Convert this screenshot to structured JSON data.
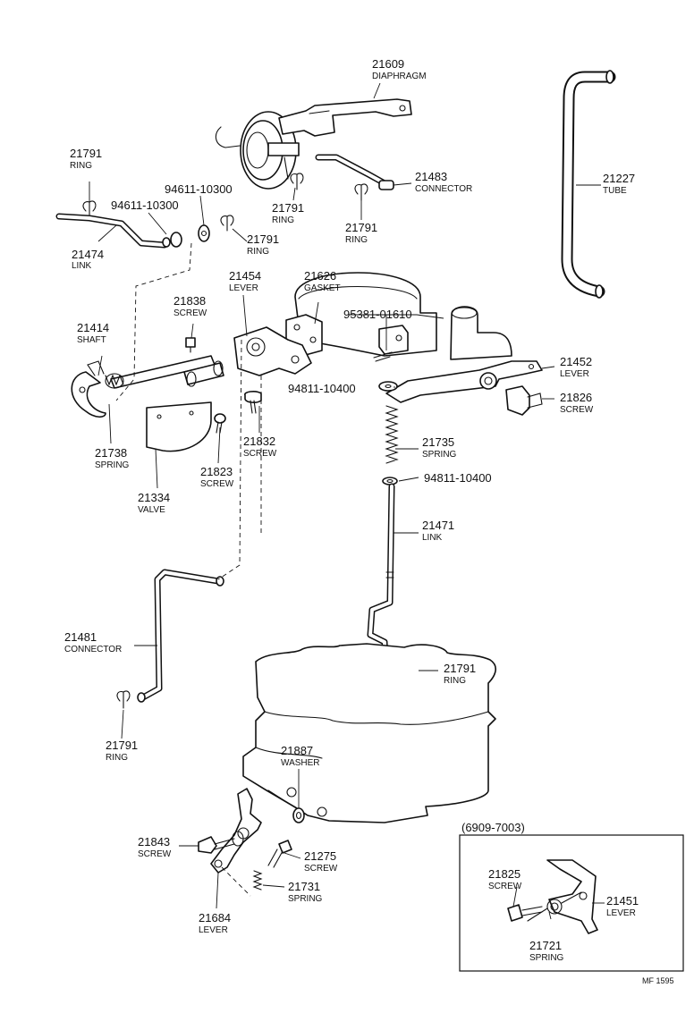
{
  "callouts": {
    "p21609": {
      "num": "21609",
      "name": "DIAPHRAGM"
    },
    "p21227": {
      "num": "21227",
      "name": "TUBE"
    },
    "p21791a": {
      "num": "21791",
      "name": "RING"
    },
    "p9461110300a": {
      "num": "94611-10300"
    },
    "p9461110300b": {
      "num": "94611-10300"
    },
    "p21474": {
      "num": "21474",
      "name": "LINK"
    },
    "p21791b": {
      "num": "21791",
      "name": "RING"
    },
    "p21791c": {
      "num": "21791",
      "name": "RING"
    },
    "p21483": {
      "num": "21483",
      "name": "CONNECTOR"
    },
    "p21791d": {
      "num": "21791",
      "name": "RING"
    },
    "p21454": {
      "num": "21454",
      "name": "LEVER"
    },
    "p21626": {
      "num": "21626",
      "name": "GASKET"
    },
    "p9538101610": {
      "num": "95381-01610"
    },
    "p21838": {
      "num": "21838",
      "name": "SCREW"
    },
    "p21414": {
      "num": "21414",
      "name": "SHAFT"
    },
    "p21452": {
      "num": "21452",
      "name": "LEVER"
    },
    "p9481110400a": {
      "num": "94811-10400"
    },
    "p21826": {
      "num": "21826",
      "name": "SCREW"
    },
    "p21832": {
      "num": "21832",
      "name": "SCREW"
    },
    "p21735": {
      "num": "21735",
      "name": "SPRING"
    },
    "p21738": {
      "num": "21738",
      "name": "SPRING"
    },
    "p21823": {
      "num": "21823",
      "name": "SCREW"
    },
    "p9481110400b": {
      "num": "94811-10400"
    },
    "p21334": {
      "num": "21334",
      "name": "VALVE"
    },
    "p21471": {
      "num": "21471",
      "name": "LINK"
    },
    "p21481": {
      "num": "21481",
      "name": "CONNECTOR"
    },
    "p21791e": {
      "num": "21791",
      "name": "RING"
    },
    "p21791f": {
      "num": "21791",
      "name": "RING"
    },
    "p21887": {
      "num": "21887",
      "name": "WASHER"
    },
    "p21843": {
      "num": "21843",
      "name": "SCREW"
    },
    "p21275": {
      "num": "21275",
      "name": "SCREW"
    },
    "p21731": {
      "num": "21731",
      "name": "SPRING"
    },
    "p21684": {
      "num": "21684",
      "name": "LEVER"
    },
    "p21825": {
      "num": "21825",
      "name": "SCREW"
    },
    "p21451": {
      "num": "21451",
      "name": "LEVER"
    },
    "p21721": {
      "num": "21721",
      "name": "SPRING"
    }
  },
  "inset": {
    "label": "(6909-7003)"
  },
  "footer": {
    "code": "MF 1595"
  }
}
